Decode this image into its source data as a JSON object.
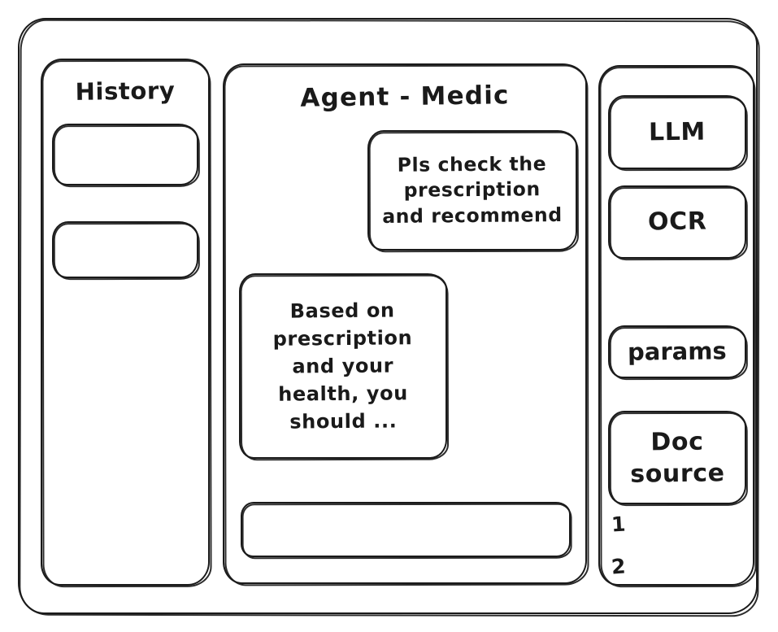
{
  "app": {
    "title": "Agent - Medic",
    "style": "hand-drawn wireframe",
    "ink_color": "#1a1a1a",
    "background_color": "#ffffff"
  },
  "sidebar_left": {
    "title": "History",
    "items": [
      {
        "label": "",
        "name": "history-entry-1"
      },
      {
        "label": "",
        "name": "history-entry-2"
      }
    ]
  },
  "chat": {
    "title": "Agent - Medic",
    "messages": [
      {
        "role": "user",
        "align": "right",
        "text": "Pls check the\nprescription\nand recommend"
      },
      {
        "role": "assistant",
        "align": "left",
        "text": "Based on\nprescription\nand your\nhealth, you\nshould ..."
      }
    ],
    "composer": {
      "value": "",
      "placeholder": ""
    }
  },
  "sidebar_right": {
    "tools": [
      {
        "label": "LLM",
        "name": "tool-llm"
      },
      {
        "label": "OCR",
        "name": "tool-ocr"
      }
    ],
    "params": {
      "label": "params"
    },
    "doc_source": {
      "label": "Doc\nsource",
      "markers": [
        "1",
        "2"
      ]
    }
  }
}
